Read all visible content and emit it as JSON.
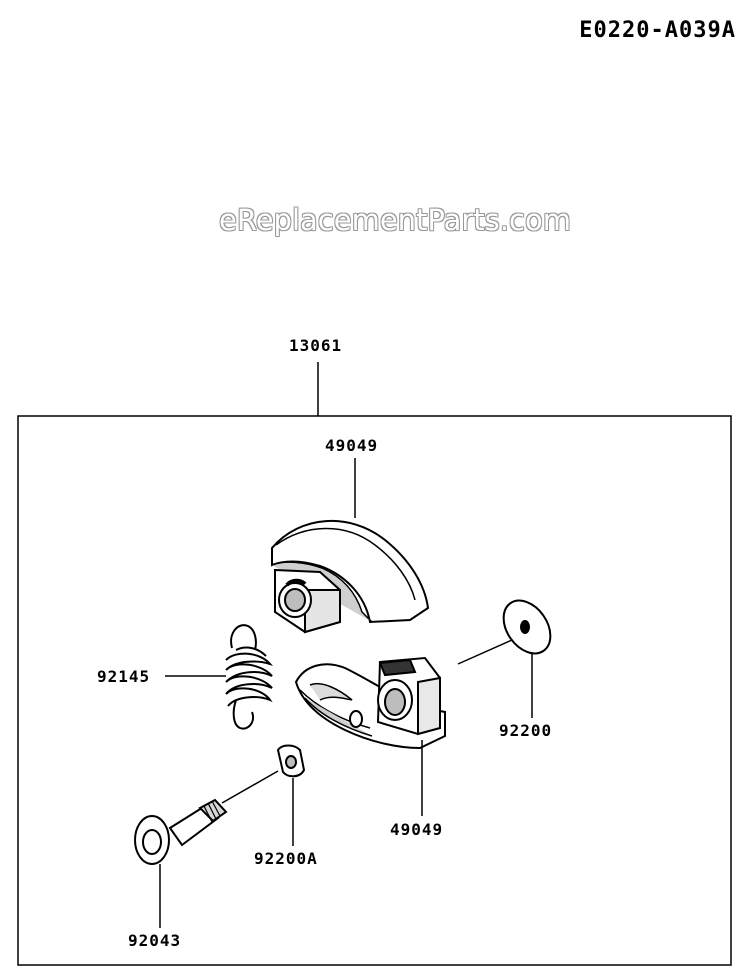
{
  "diagram_code": "E0220-A039A",
  "watermark": "eReplacementParts.com",
  "assembly": {
    "part_number": "13061"
  },
  "parts": [
    {
      "part_number": "49049",
      "name": "clutch-shoe-upper"
    },
    {
      "part_number": "92145",
      "name": "spring"
    },
    {
      "part_number": "92200",
      "name": "washer"
    },
    {
      "part_number": "49049",
      "name": "clutch-shoe-lower"
    },
    {
      "part_number": "92200A",
      "name": "washer-small"
    },
    {
      "part_number": "92043",
      "name": "pin"
    }
  ],
  "icons": [
    "clutch-shoe-icon",
    "spring-icon",
    "washer-icon",
    "pin-icon"
  ]
}
